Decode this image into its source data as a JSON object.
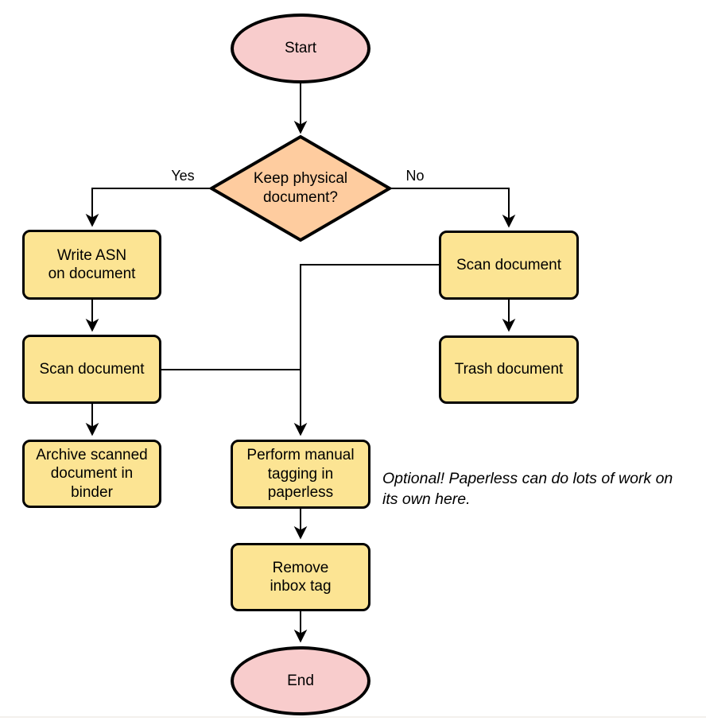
{
  "colors": {
    "terminal_fill": "#F8CCCC",
    "decision_fill": "#FECC9F",
    "process_fill": "#FCE493",
    "stroke": "#000000"
  },
  "nodes": {
    "start": "Start",
    "decision": "Keep physical\ndocument?",
    "write_asn": "Write ASN\non document",
    "scan_left": "Scan document",
    "archive": "Archive scanned\ndocument in\nbinder",
    "scan_right": "Scan document",
    "trash": "Trash document",
    "tagging": "Perform manual\ntagging in\npaperless",
    "remove_inbox": "Remove\ninbox tag",
    "end": "End"
  },
  "edge_labels": {
    "yes": "Yes",
    "no": "No"
  },
  "note": "Optional! Paperless can do lots of work on\nits own here."
}
